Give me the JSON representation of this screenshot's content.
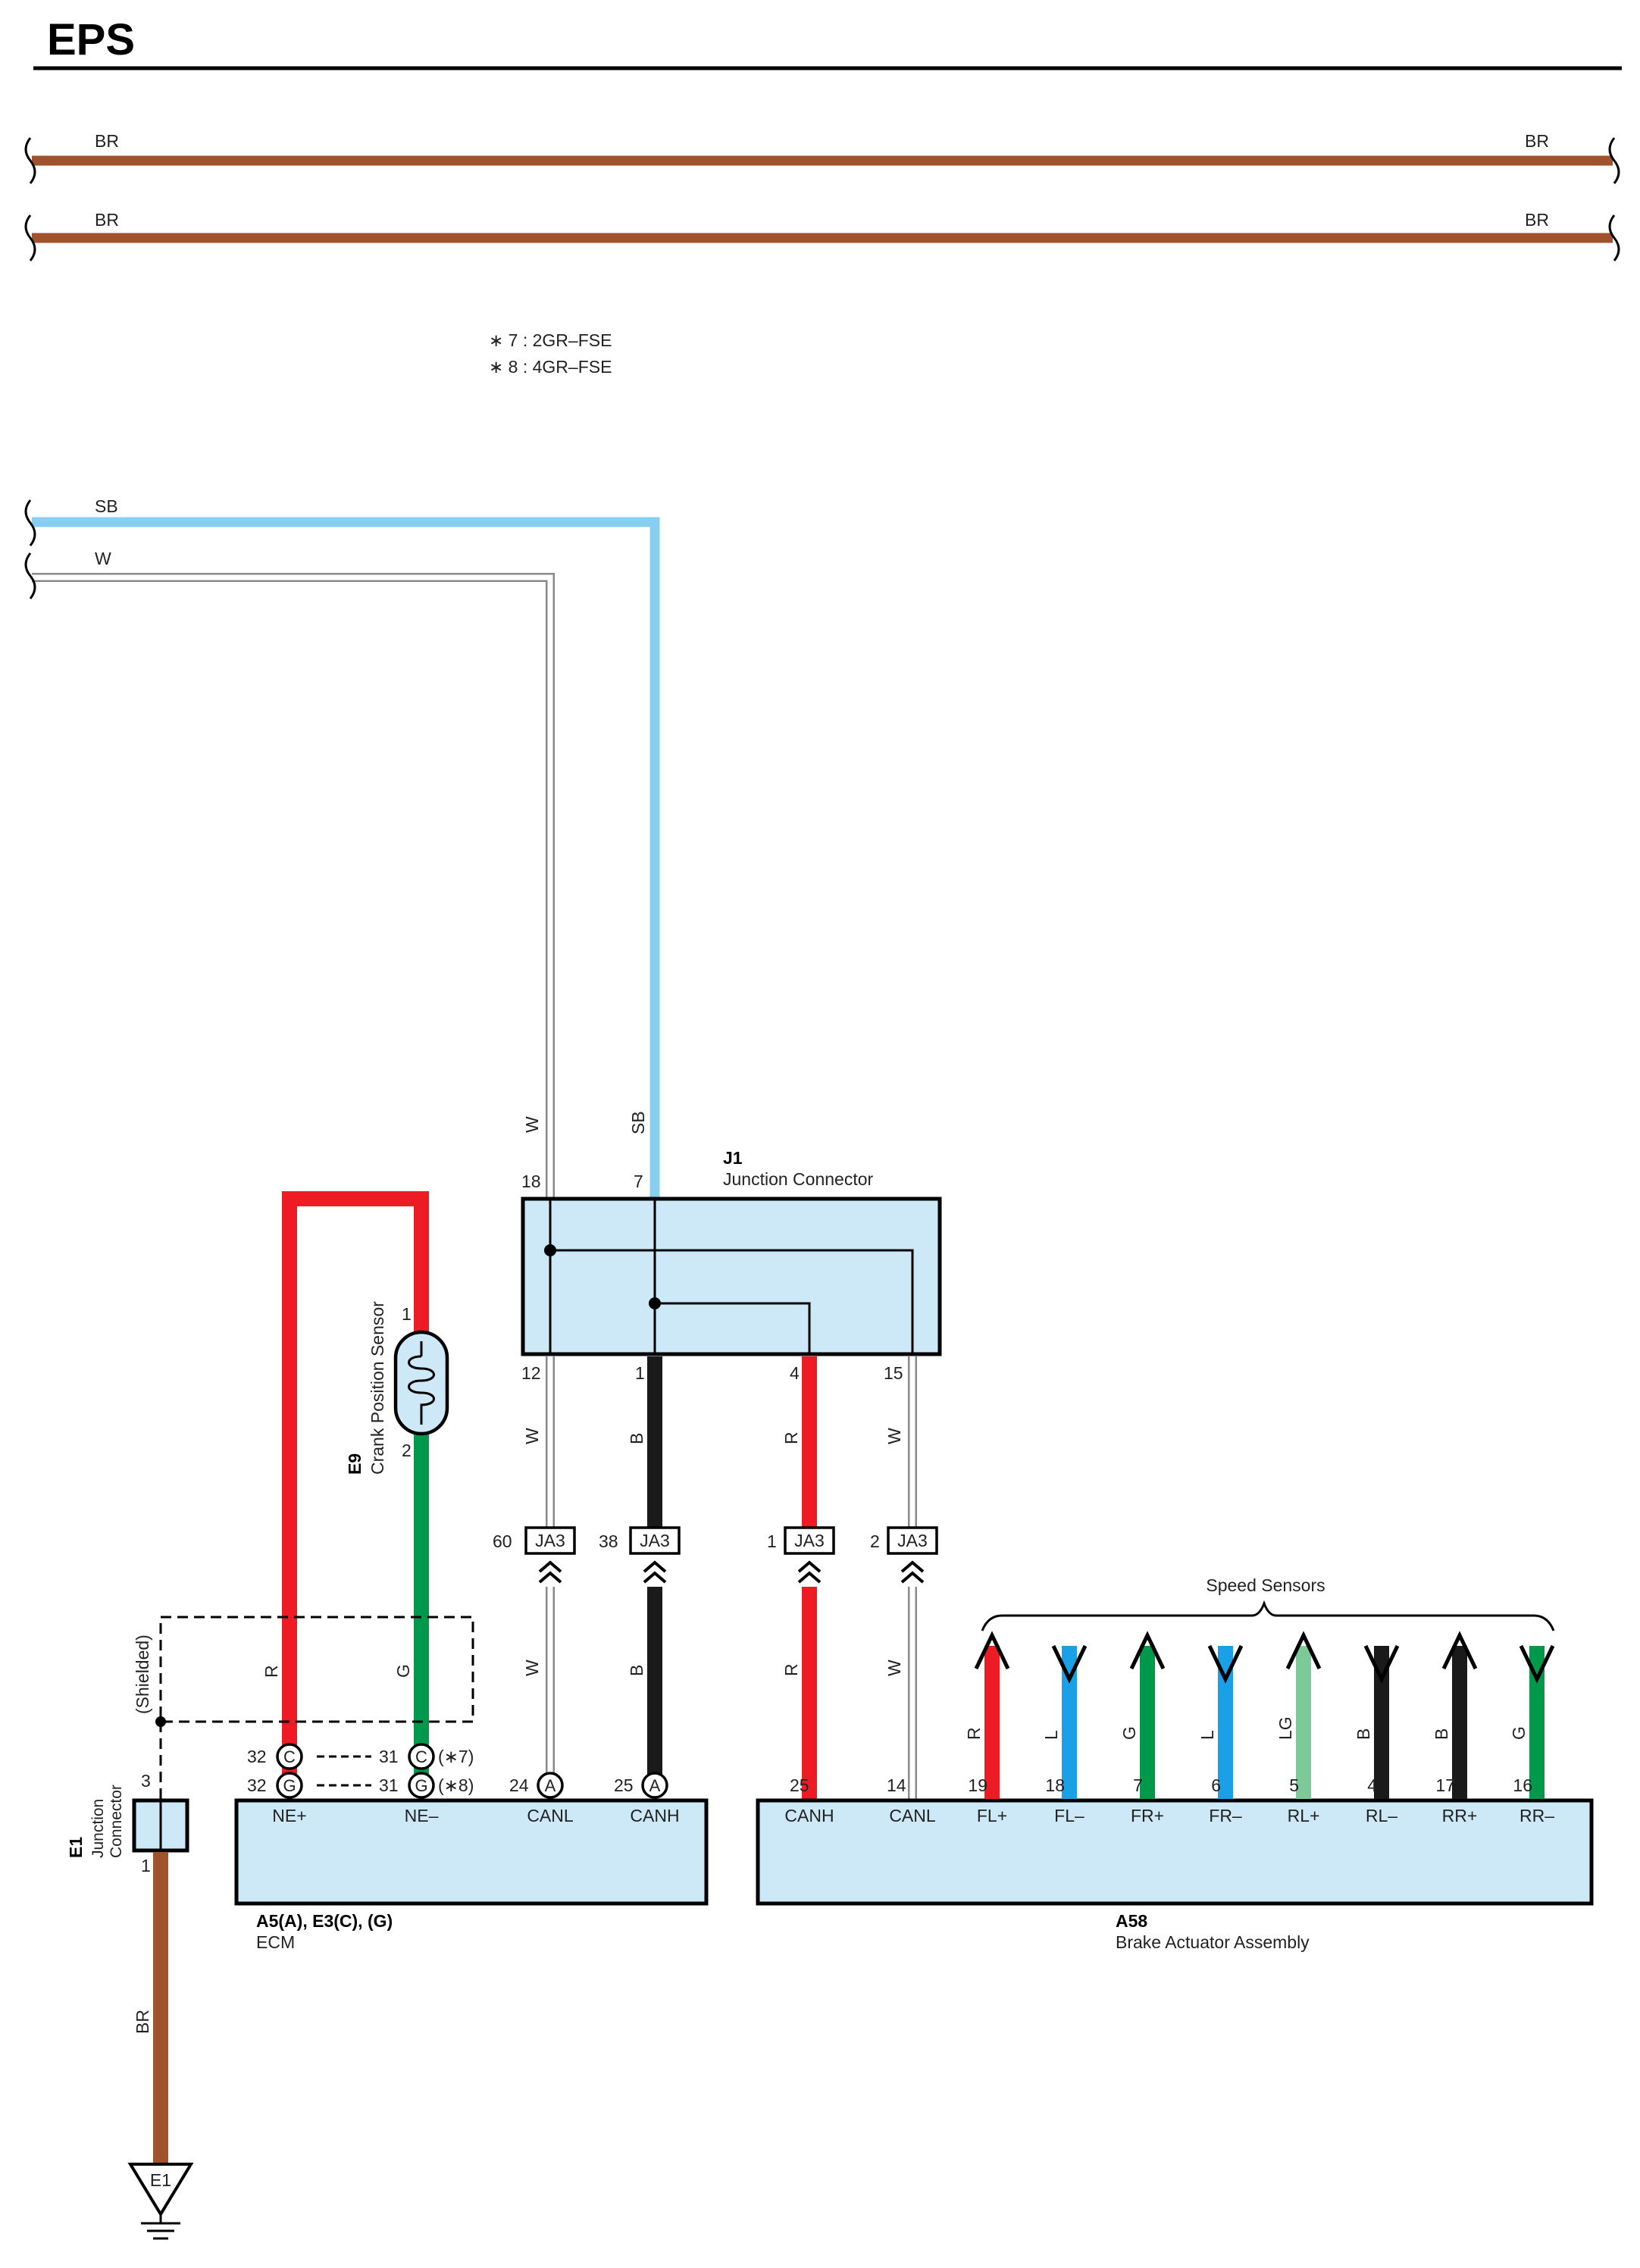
{
  "title": "EPS",
  "colors": {
    "BR": "#a0522d",
    "SB": "#87cef0",
    "W_outline": "#8a8a8a",
    "R": "#ed1c24",
    "G": "#00994c",
    "B": "#1a1a1a",
    "L": "#1aa0e6",
    "LG": "#7ec99a",
    "component_fill": "#cde8f7"
  },
  "top_wires": [
    {
      "left_label": "BR",
      "right_label": "BR"
    },
    {
      "left_label": "BR",
      "right_label": "BR"
    }
  ],
  "notes": [
    "∗ 7 : 2GR–FSE",
    "∗ 8 : 4GR–FSE"
  ],
  "incoming": {
    "sb": "SB",
    "w": "W"
  },
  "j1": {
    "code": "J1",
    "name": "Junction Connector",
    "top": {
      "w_label": "W",
      "w_pin": "18",
      "sb_label": "SB",
      "sb_pin": "7"
    },
    "bottom": [
      {
        "pin": "12",
        "color": "W"
      },
      {
        "pin": "1",
        "color": "B"
      },
      {
        "pin": "4",
        "color": "R"
      },
      {
        "pin": "15",
        "color": "W"
      }
    ]
  },
  "ja3": [
    {
      "pin": "60",
      "label": "JA3"
    },
    {
      "pin": "38",
      "label": "JA3"
    },
    {
      "pin": "1",
      "label": "JA3"
    },
    {
      "pin": "2",
      "label": "JA3"
    }
  ],
  "lower_wire_colors": [
    "W",
    "B",
    "R",
    "W"
  ],
  "crank_sensor": {
    "code": "E9",
    "name": "Crank Position Sensor",
    "pin1": "1",
    "pin2": "2"
  },
  "shielded": {
    "label": "(Shielded)",
    "r_label": "R",
    "g_label": "G"
  },
  "ecm": {
    "code": "A5(A), E3(C), (G)",
    "name": "ECM",
    "terms": [
      "NE+",
      "NE–",
      "CANL",
      "CANH"
    ],
    "ne_plus": [
      {
        "pin": "32",
        "conn": "C"
      },
      {
        "pin": "32",
        "conn": "G"
      }
    ],
    "ne_minus": [
      {
        "pin": "31",
        "conn": "C",
        "note": "(∗7)"
      },
      {
        "pin": "31",
        "conn": "G",
        "note": "(∗8)"
      }
    ],
    "canl": {
      "pin": "24",
      "conn": "A"
    },
    "canh": {
      "pin": "25",
      "conn": "A"
    }
  },
  "e1_connector": {
    "code": "E1",
    "name_line1": "Junction",
    "name_line2": "Connector",
    "top_pin": "3",
    "bottom_pin": "1"
  },
  "ground": {
    "label": "E1",
    "wire_label": "BR"
  },
  "brake": {
    "code": "A58",
    "name": "Brake Actuator Assembly",
    "speed_sensors_label": "Speed Sensors",
    "can": [
      {
        "pin": "25",
        "term": "CANH",
        "color": "R"
      },
      {
        "pin": "14",
        "term": "CANL",
        "color": "W"
      }
    ],
    "sensors": [
      {
        "pin": "19",
        "term": "FL+",
        "color": "R",
        "dir": "up"
      },
      {
        "pin": "18",
        "term": "FL–",
        "color": "L",
        "dir": "down"
      },
      {
        "pin": "7",
        "term": "FR+",
        "color": "G",
        "dir": "up"
      },
      {
        "pin": "6",
        "term": "FR–",
        "color": "L",
        "dir": "down"
      },
      {
        "pin": "5",
        "term": "RL+",
        "color": "LG",
        "dir": "up"
      },
      {
        "pin": "4",
        "term": "RL–",
        "color": "B",
        "dir": "down"
      },
      {
        "pin": "17",
        "term": "RR+",
        "color": "B",
        "dir": "up"
      },
      {
        "pin": "16",
        "term": "RR–",
        "color": "G",
        "dir": "down"
      }
    ]
  }
}
